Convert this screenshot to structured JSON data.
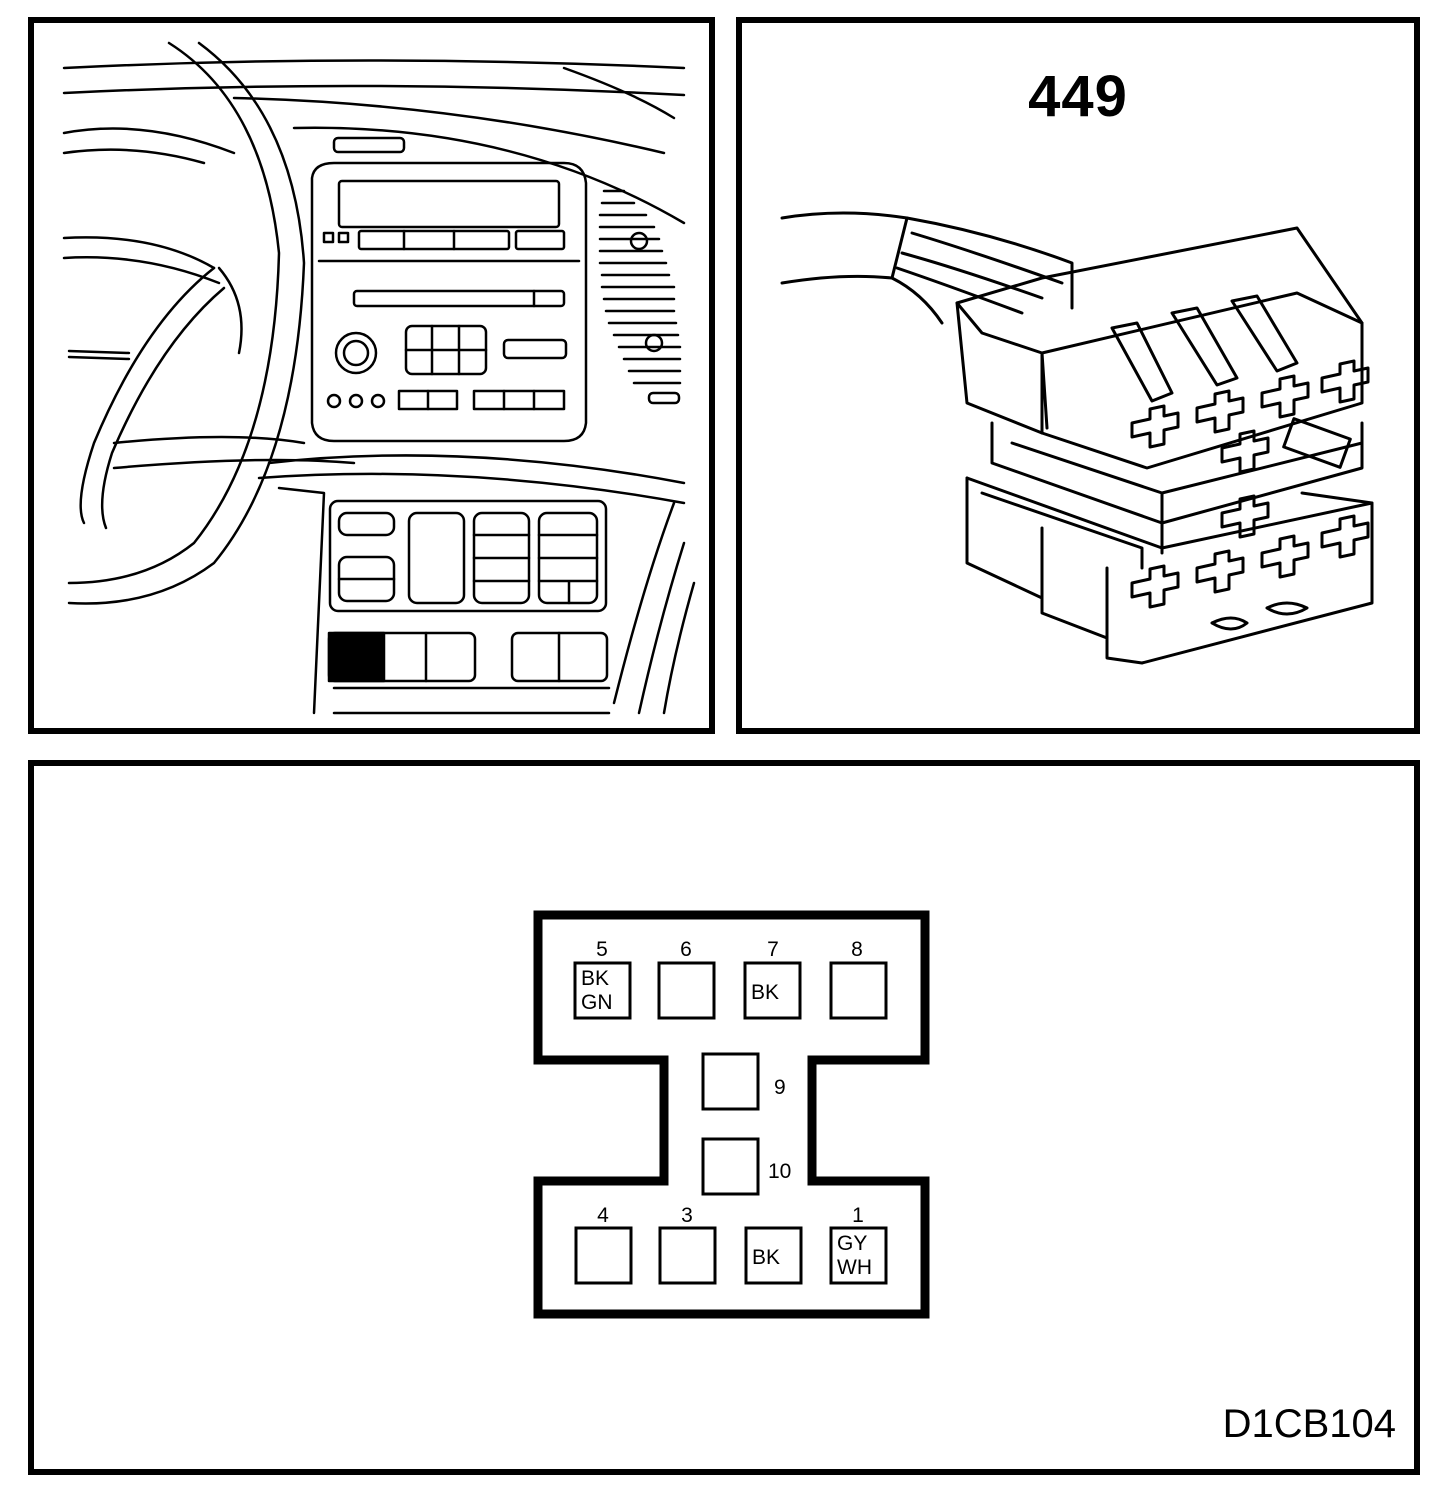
{
  "connector": {
    "number": "449"
  },
  "figure": {
    "code": "D1CB104"
  },
  "pins": [
    {
      "number": "5",
      "wire": [
        "BK",
        "GN"
      ]
    },
    {
      "number": "6",
      "wire": []
    },
    {
      "number": "7",
      "wire": [
        "BK"
      ]
    },
    {
      "number": "8",
      "wire": []
    },
    {
      "number": "9",
      "wire": []
    },
    {
      "number": "10",
      "wire": []
    },
    {
      "number": "4",
      "wire": []
    },
    {
      "number": "3",
      "wire": []
    },
    {
      "number": "",
      "wire": [
        "BK"
      ]
    },
    {
      "number": "1",
      "wire": [
        "GY",
        "WH"
      ]
    }
  ],
  "colors": {
    "line": "#000000",
    "background": "#ffffff",
    "highlight": "#000000"
  },
  "icons": {
    "location_view": "dashboard-line-drawing-icon",
    "connector_view": "10-pin-connector-icon"
  }
}
